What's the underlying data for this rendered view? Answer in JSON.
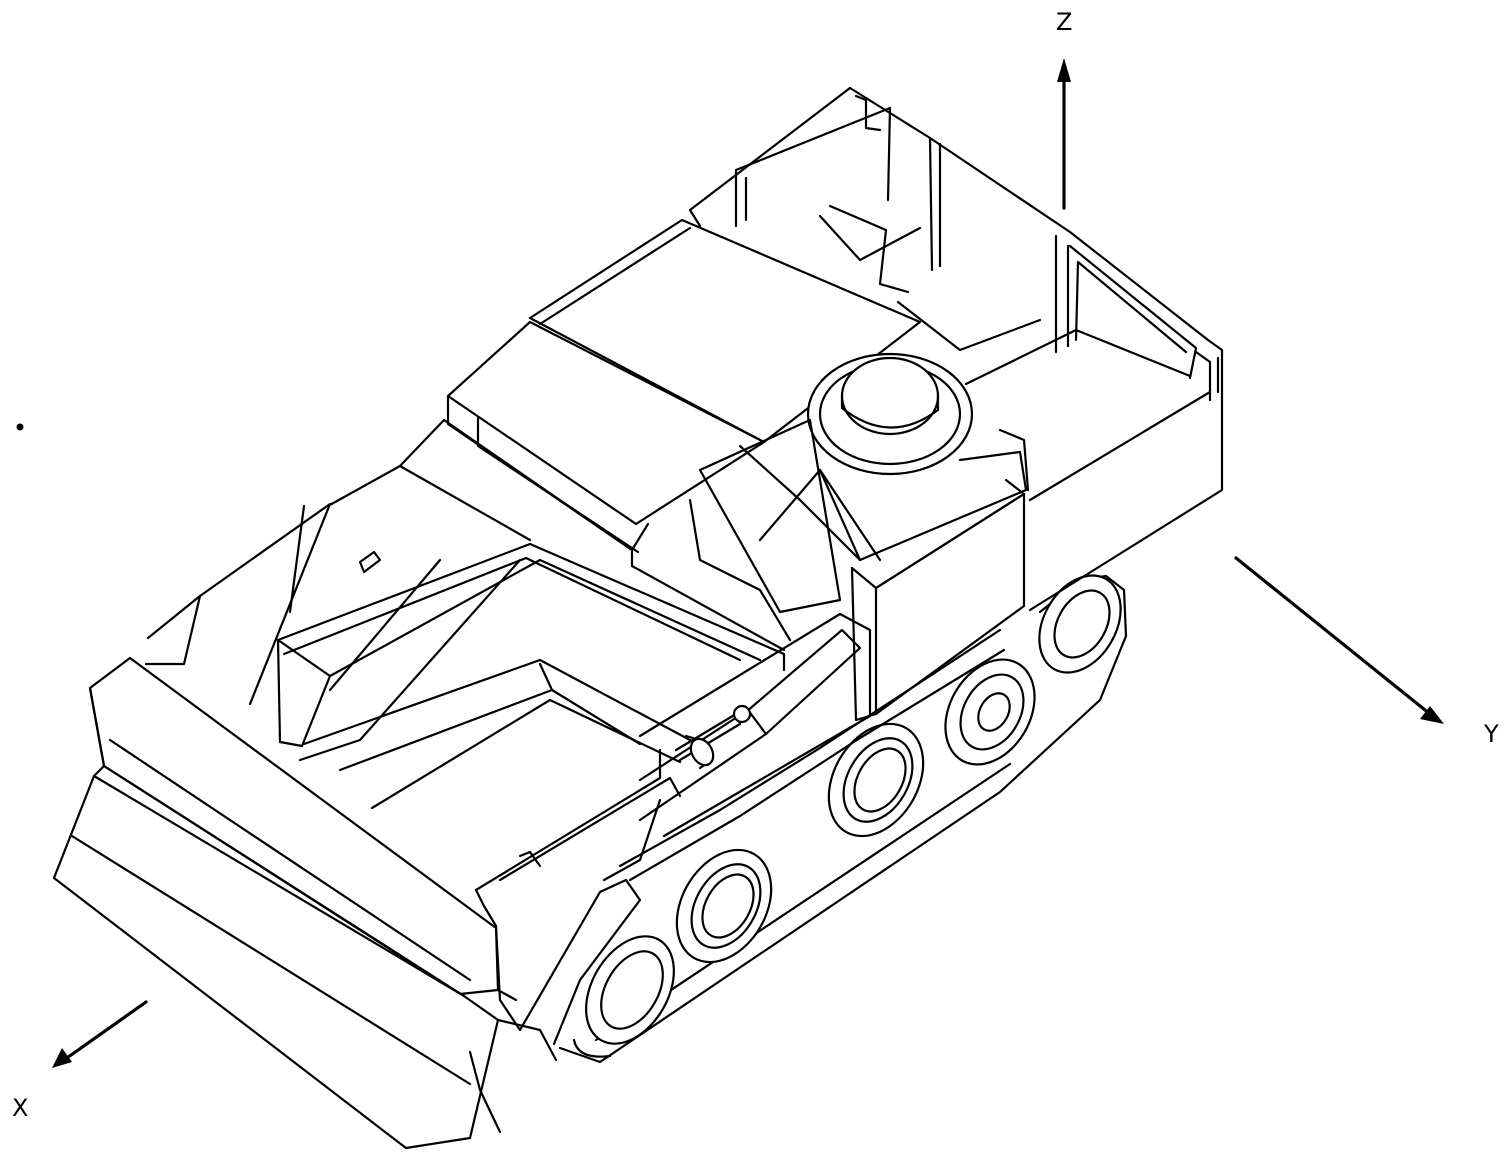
{
  "axes": {
    "z_label": "Z",
    "y_label": "Y",
    "x_label": "X"
  },
  "colors": {
    "line": "#000000",
    "background": "#ffffff"
  }
}
